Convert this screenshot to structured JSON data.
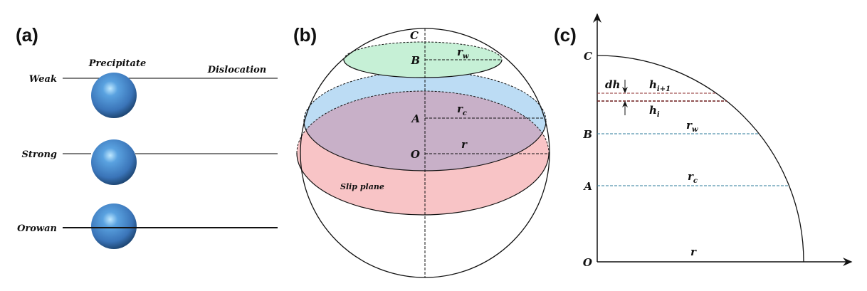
{
  "panels": {
    "a": {
      "label": "(a)",
      "precipitate_label": "Precipitate",
      "dislocation_label": "Dislocation",
      "rows": [
        "Weak",
        "Strong",
        "Orowan"
      ]
    },
    "b": {
      "label": "(b)",
      "points": {
        "C": "C",
        "B": "B",
        "A": "A",
        "O": "O"
      },
      "r_w": {
        "main": "r",
        "sub": "w"
      },
      "r_c": {
        "main": "r",
        "sub": "c"
      },
      "r": "r",
      "slip_plane": "Slip plane"
    },
    "c": {
      "label": "(c)",
      "points": {
        "C": "C",
        "B": "B",
        "A": "A",
        "O": "O"
      },
      "dh": "dh",
      "h_i1": {
        "main": "h",
        "sub": "i+1"
      },
      "h_i": {
        "main": "h",
        "sub": "i"
      },
      "r_w": {
        "main": "r",
        "sub": "w"
      },
      "r_c": {
        "main": "r",
        "sub": "c"
      },
      "r": "r"
    }
  },
  "colors": {
    "sphere": "#3f7fc4",
    "green_plane": "#c6f0d6",
    "blue_plane": "#bcdcf4",
    "pink_plane": "#f8c4c6",
    "overlap": "#c8b0c8",
    "red_dash": "#8b2a2a",
    "blue_dash": "#2a7a9a"
  }
}
